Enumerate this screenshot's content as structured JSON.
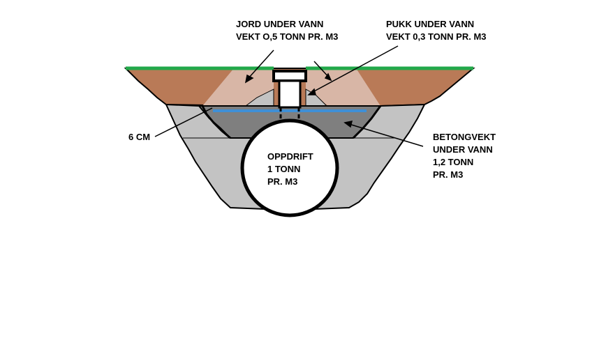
{
  "labels": {
    "soil": [
      "JORD UNDER VANN",
      "VEKT O,5 TONN PR. M3"
    ],
    "gravel": [
      "PUKK UNDER VANN",
      "VEKT 0,3 TONN PR. M3"
    ],
    "gap": "6 CM",
    "concrete": [
      "BETONGVEKT",
      "UNDER VANN",
      "1,2 TONN",
      "PR. M3"
    ],
    "buoyancy": [
      "OPPDRIFT",
      "1 TONN",
      "PR. M3"
    ]
  },
  "colors": {
    "grass": "#22a84a",
    "soil": "#b97a57",
    "backfill": "#d8b6a6",
    "gravel": "#c3c3c3",
    "concrete": "#7f7f7f",
    "bedding": "#c3c3c3",
    "water_line": "#3f8fd6",
    "pipe_fill": "#ffffff",
    "outline": "#000000"
  }
}
